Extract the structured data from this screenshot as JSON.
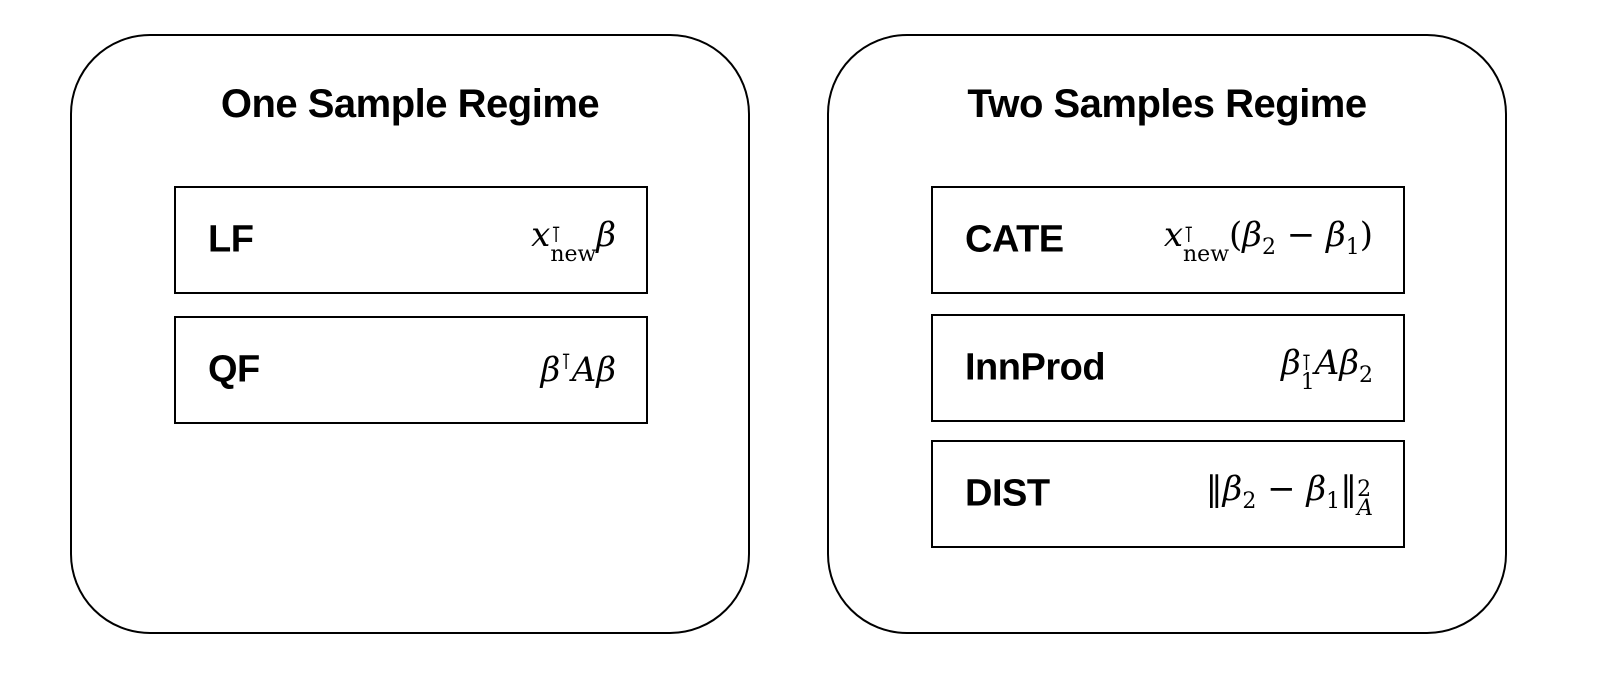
{
  "left_panel": {
    "title": "One Sample Regime",
    "items": [
      {
        "label": "LF",
        "formula_plain": "x_new^T β"
      },
      {
        "label": "QF",
        "formula_plain": "β^T A β"
      }
    ]
  },
  "right_panel": {
    "title": "Two Samples Regime",
    "items": [
      {
        "label": "CATE",
        "formula_plain": "x_new^T (β_2 − β_1)"
      },
      {
        "label": "InnProd",
        "formula_plain": "β_1^T A β_2"
      },
      {
        "label": "DIST",
        "formula_plain": "‖β_2 − β_1‖_A^2"
      }
    ]
  }
}
